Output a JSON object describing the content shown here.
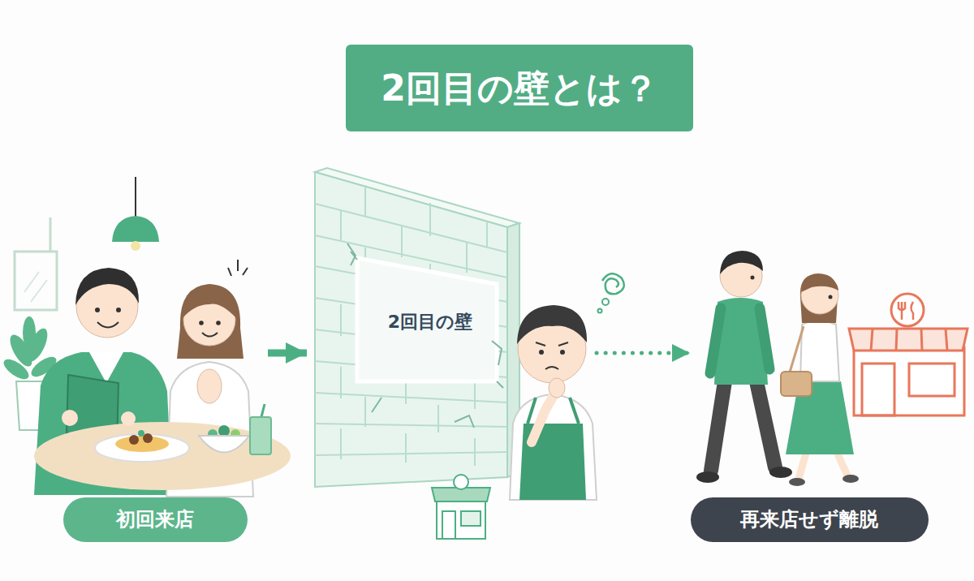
{
  "diagram": {
    "title": "2回目の壁とは？",
    "nodes": [
      {
        "text": [
          "初回来店"
        ]
      },
      {
        "text": [
          "2回目の壁"
        ]
      },
      {
        "text": [
          "再来店せず離脱"
        ]
      }
    ],
    "edges": [
      {
        "from": 0,
        "to": 1,
        "arrow": "to"
      },
      {
        "from": 1,
        "to": 2,
        "arrow": "to"
      }
    ]
  }
}
